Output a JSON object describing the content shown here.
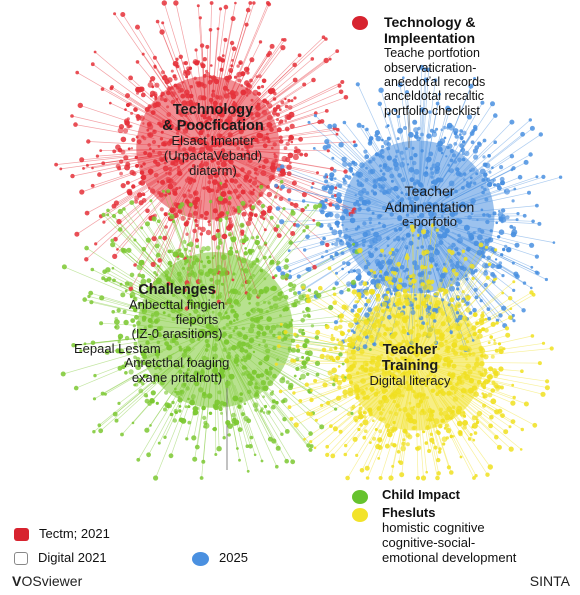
{
  "colors": {
    "red": "#e5313a",
    "blue": "#4a90e0",
    "green": "#7cc832",
    "yellow": "#f0e021",
    "legend_red": "#d7232f",
    "legend_green": "#66c22e",
    "legend_yellow": "#f2e32a"
  },
  "clusters": [
    {
      "id": "technology",
      "color_key": "red",
      "title": "Technology\n& Poocfication",
      "lines": [
        "Elsact Imenter",
        "(UrpactaVeband)",
        "diaterm)"
      ]
    },
    {
      "id": "teacher-admin",
      "color_key": "blue",
      "title": "Teacher\nAdminentation",
      "lines": [
        "e-porfotio"
      ]
    },
    {
      "id": "challenges",
      "color_key": "green",
      "title": "Challenges",
      "lines": [
        "Anbecttal fingien",
        "fieports",
        "(IZ-0 arasitions)",
        "Eepaal Lestam",
        "Anretcthal foaging",
        "exane pritalrott)"
      ]
    },
    {
      "id": "teacher-training",
      "color_key": "yellow",
      "title": "Teacher\nTraining",
      "lines": [
        "Digital literacy"
      ]
    }
  ],
  "legend_top": {
    "heading": "Technology &\nImpleentation",
    "lines": [
      "Teache portfotion",
      "observaticration-",
      "aneedoťal records",
      "anceldotal recaltic",
      "portfolio checklist"
    ]
  },
  "legend_bottom": {
    "items": [
      {
        "label": "Child Impact",
        "color_key": "legend_green",
        "bold": true
      },
      {
        "label": "Fhesluts",
        "color_key": "legend_yellow",
        "bold": true
      }
    ],
    "lines": [
      "homistic cognitive",
      "cognitive-social-",
      "emotional development"
    ]
  },
  "legend_years": {
    "item1": "Tectm; 2021",
    "item2": "Digital 2021",
    "item3": "2025"
  },
  "footer": {
    "left": "OSviewer",
    "left_mark": "V",
    "right": "SINTA"
  }
}
